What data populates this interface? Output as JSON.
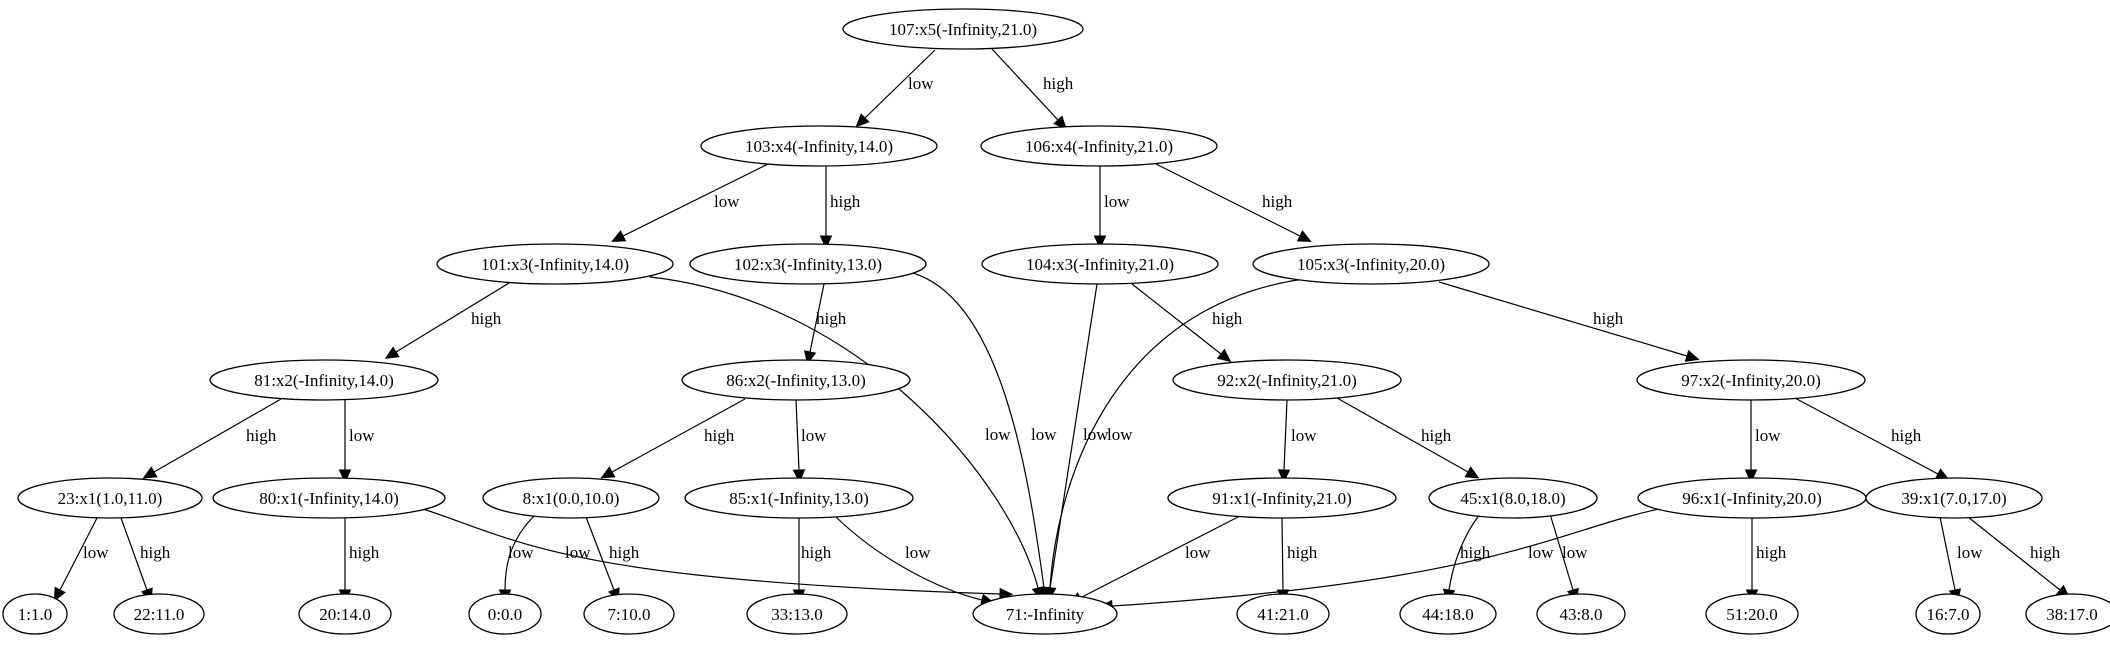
{
  "nodes": {
    "n107": "107:x5(-Infinity,21.0)",
    "n103": "103:x4(-Infinity,14.0)",
    "n106": "106:x4(-Infinity,21.0)",
    "n101": "101:x3(-Infinity,14.0)",
    "n102": "102:x3(-Infinity,13.0)",
    "n104": "104:x3(-Infinity,21.0)",
    "n105": "105:x3(-Infinity,20.0)",
    "n81": "81:x2(-Infinity,14.0)",
    "n86": "86:x2(-Infinity,13.0)",
    "n92": "92:x2(-Infinity,21.0)",
    "n97": "97:x2(-Infinity,20.0)",
    "n23": "23:x1(1.0,11.0)",
    "n80": "80:x1(-Infinity,14.0)",
    "n8": "8:x1(0.0,10.0)",
    "n85": "85:x1(-Infinity,13.0)",
    "n91": "91:x1(-Infinity,21.0)",
    "n45": "45:x1(8.0,18.0)",
    "n96": "96:x1(-Infinity,20.0)",
    "n39": "39:x1(7.0,17.0)",
    "n1": "1:1.0",
    "n22": "22:11.0",
    "n20": "20:14.0",
    "n0": "0:0.0",
    "n7": "7:10.0",
    "n33": "33:13.0",
    "n71": "71:-Infinity",
    "n41": "41:21.0",
    "n44": "44:18.0",
    "n43": "43:8.0",
    "n51": "51:20.0",
    "n16": "16:7.0",
    "n38": "38:17.0"
  },
  "edges": [
    {
      "from": "n107",
      "to": "n103",
      "label": "low"
    },
    {
      "from": "n107",
      "to": "n106",
      "label": "high"
    },
    {
      "from": "n103",
      "to": "n101",
      "label": "low"
    },
    {
      "from": "n103",
      "to": "n102",
      "label": "high"
    },
    {
      "from": "n106",
      "to": "n104",
      "label": "low"
    },
    {
      "from": "n106",
      "to": "n105",
      "label": "high"
    },
    {
      "from": "n101",
      "to": "n81",
      "label": "high"
    },
    {
      "from": "n101",
      "to": "n71",
      "label": "low"
    },
    {
      "from": "n102",
      "to": "n86",
      "label": "high"
    },
    {
      "from": "n102",
      "to": "n71",
      "label": "low"
    },
    {
      "from": "n104",
      "to": "n71",
      "label": "low"
    },
    {
      "from": "n104",
      "to": "n92",
      "label": "high"
    },
    {
      "from": "n105",
      "to": "n71",
      "label": "low"
    },
    {
      "from": "n105",
      "to": "n97",
      "label": "high"
    },
    {
      "from": "n81",
      "to": "n23",
      "label": "high"
    },
    {
      "from": "n81",
      "to": "n80",
      "label": "low"
    },
    {
      "from": "n86",
      "to": "n8",
      "label": "high"
    },
    {
      "from": "n86",
      "to": "n85",
      "label": "low"
    },
    {
      "from": "n92",
      "to": "n91",
      "label": "low"
    },
    {
      "from": "n92",
      "to": "n45",
      "label": "high"
    },
    {
      "from": "n97",
      "to": "n96",
      "label": "low"
    },
    {
      "from": "n97",
      "to": "n39",
      "label": "high"
    },
    {
      "from": "n23",
      "to": "n1",
      "label": "low"
    },
    {
      "from": "n23",
      "to": "n22",
      "label": "high"
    },
    {
      "from": "n80",
      "to": "n20",
      "label": "high"
    },
    {
      "from": "n80",
      "to": "n71",
      "label": "low"
    },
    {
      "from": "n8",
      "to": "n0",
      "label": "low"
    },
    {
      "from": "n8",
      "to": "n7",
      "label": "high"
    },
    {
      "from": "n85",
      "to": "n33",
      "label": "high"
    },
    {
      "from": "n85",
      "to": "n71",
      "label": "low"
    },
    {
      "from": "n91",
      "to": "n71",
      "label": "low"
    },
    {
      "from": "n91",
      "to": "n41",
      "label": "high"
    },
    {
      "from": "n45",
      "to": "n44",
      "label": "high"
    },
    {
      "from": "n45",
      "to": "n43",
      "label": "low"
    },
    {
      "from": "n96",
      "to": "n71",
      "label": "low"
    },
    {
      "from": "n96",
      "to": "n51",
      "label": "high"
    },
    {
      "from": "n39",
      "to": "n16",
      "label": "low"
    },
    {
      "from": "n39",
      "to": "n38",
      "label": "high"
    }
  ]
}
